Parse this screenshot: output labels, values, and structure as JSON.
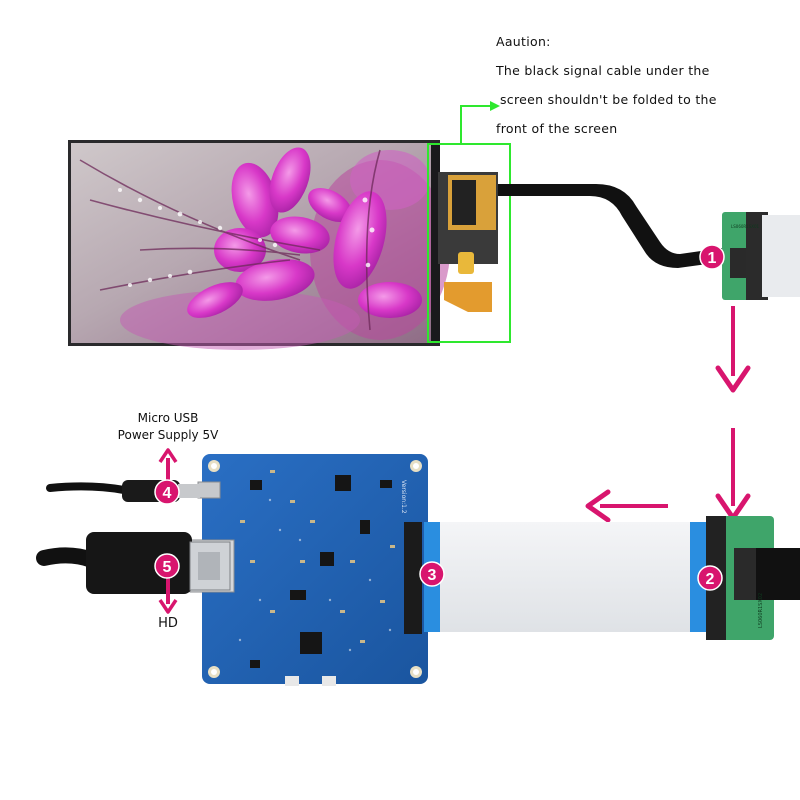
{
  "caution": {
    "title": "Aaution:",
    "line1": "The black signal cable under the",
    "line2": "screen shouldn't be folded to the",
    "line3": "front of the screen"
  },
  "labels": {
    "micro_usb": "Micro USB",
    "power_supply": "Power Supply 5V",
    "hd": "HD",
    "board_version": "Version:1.2",
    "adapter_text_1": "LS060R1SX01",
    "adapter_text_2": "LS060R1SX02"
  },
  "badges": [
    "1",
    "2",
    "3",
    "4",
    "5"
  ],
  "colors": {
    "accent": "#d8156e",
    "highlight_green": "#2ee82e",
    "board_blue": "#1d5fb0",
    "adapter_green": "#3fa56a",
    "ribbon": "#e9ebee",
    "connector_tab": "#2a8ee0",
    "flex_cable": "#111111",
    "fpc_gold": "#d9a13a"
  }
}
